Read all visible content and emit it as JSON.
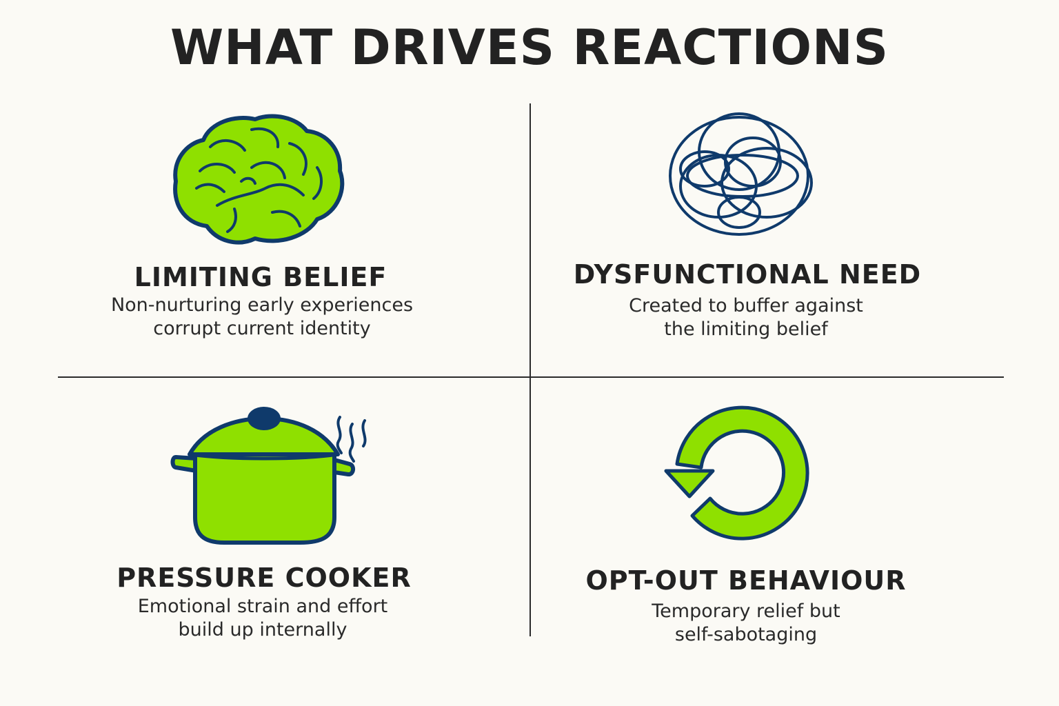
{
  "title": "WHAT DRIVES REACTIONS",
  "colors": {
    "background": "#fbfaf5",
    "text": "#222222",
    "accent_green": "#8fe000",
    "outline_navy": "#0f3a6b"
  },
  "quadrants": [
    {
      "icon": "brain-icon",
      "title": "LIMITING BELIEF",
      "desc_lines": [
        "Non-nurturing early experiences",
        "corrupt current identity"
      ]
    },
    {
      "icon": "tangled-scribble-icon",
      "title": "DYSFUNCTIONAL NEED",
      "desc_lines": [
        "Created to buffer against",
        "the limiting belief"
      ]
    },
    {
      "icon": "pressure-cooker-icon",
      "title": "PRESSURE COOKER",
      "desc_lines": [
        "Emotional strain and effort",
        "build up internally"
      ]
    },
    {
      "icon": "circular-arrow-icon",
      "title": "OPT-OUT BEHAVIOUR",
      "desc_lines": [
        "Temporary relief but",
        "self-sabotaging"
      ]
    }
  ]
}
